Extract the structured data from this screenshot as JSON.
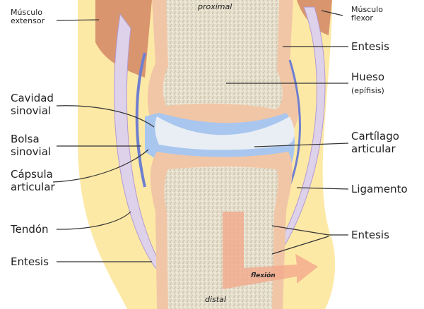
{
  "title": "Articulación sinovial",
  "labels": {
    "musculo_extensor": [
      "Músculo",
      "extensor"
    ],
    "musculo_flexor": [
      "Músculo",
      "flexor"
    ],
    "proximal": "proximal",
    "distal": "distal",
    "flexion": "flexión",
    "entesis_top": "Entesis",
    "hueso": "Hueso",
    "epifisis": "(epífisis)",
    "cavidad_sinovial": [
      "Cavidad",
      "sinovial"
    ],
    "bolsa_sinovial": [
      "Bolsa",
      "sinovial"
    ],
    "cartilago_articular": [
      "Cartílago",
      "articular"
    ],
    "capsula_articular": [
      "Cápsula",
      "articular"
    ],
    "ligamento": "Ligamento",
    "tendon": "Tendón",
    "entesis_right": "Entesis",
    "entesis_left": "Entesis"
  },
  "colors": {
    "skin": "#fde9a6",
    "muscle": "#d9956e",
    "bone_cortex": "#f1c6a6",
    "marrow": "#e6dfcc",
    "cartilage": "#e8eef4",
    "synovial": "#a9c6ef",
    "tendon": "#ddd2ea",
    "capsule": "#6f7fd0",
    "arrow": "#f2a98c"
  }
}
